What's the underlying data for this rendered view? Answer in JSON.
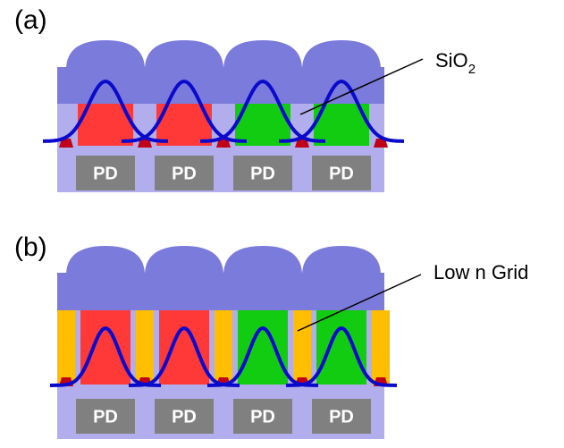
{
  "panels": [
    {
      "id": "a",
      "label": "(a)",
      "pixel_colors": [
        "red",
        "red",
        "green",
        "green"
      ],
      "annotation": {
        "text": "SiO",
        "subscript": "2"
      }
    },
    {
      "id": "b",
      "label": "(b)",
      "pixel_colors": [
        "red",
        "red",
        "green",
        "green"
      ],
      "annotation": {
        "text": "Low n Grid",
        "subscript": ""
      }
    }
  ],
  "photodiode_label": "PD",
  "colors": {
    "microlens": "#7B7BDC",
    "substrate": "#B2ADEC",
    "red_filter": "#FF3838",
    "green_filter": "#12CC12",
    "photodiode": "#808080",
    "metal_tab": "#C00018",
    "grid": "#FFBF00",
    "light_curve": "#0A0ACC",
    "leader_line": "#000000"
  },
  "icons": {
    "photodiode": "pd-block",
    "light_profile": "gaussian-curve"
  }
}
